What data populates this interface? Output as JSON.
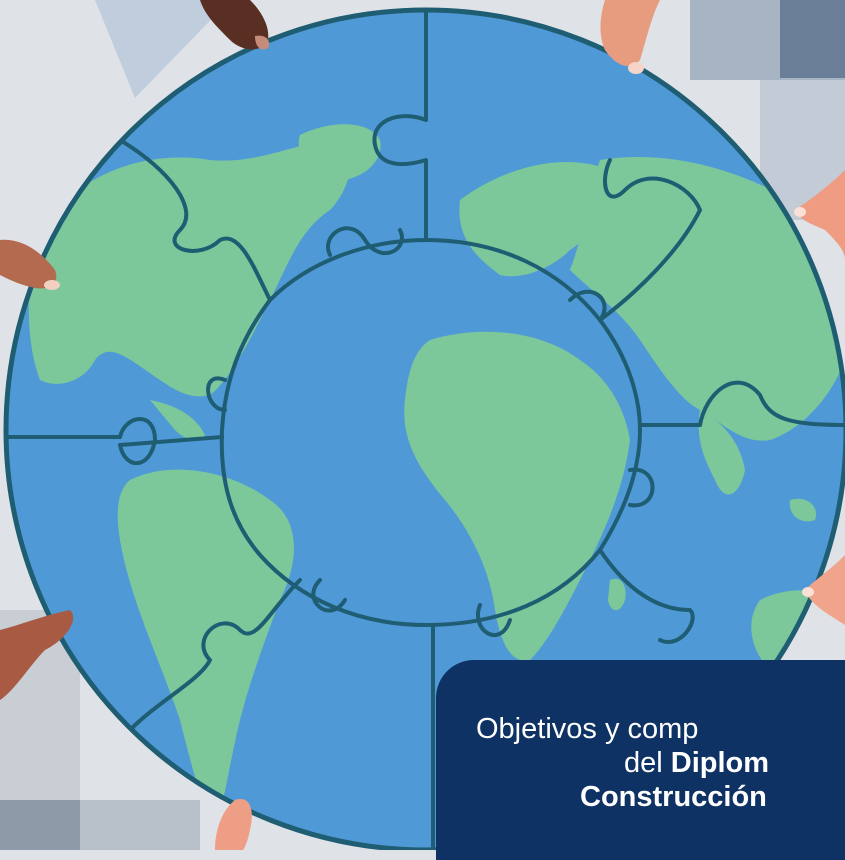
{
  "caption": {
    "line1": "Objetivos y comp",
    "line2_prefix": "del ",
    "line2_bold": "Diplom",
    "line3_bold": "Construcción"
  },
  "colors": {
    "ocean": "#4f9ad6",
    "land": "#7cc89b",
    "outline": "#1f5d73",
    "caption_bg": "#0e3263",
    "background": "#dfe3e8"
  },
  "icons": [
    "globe-puzzle-illustration",
    "hand-icon"
  ]
}
